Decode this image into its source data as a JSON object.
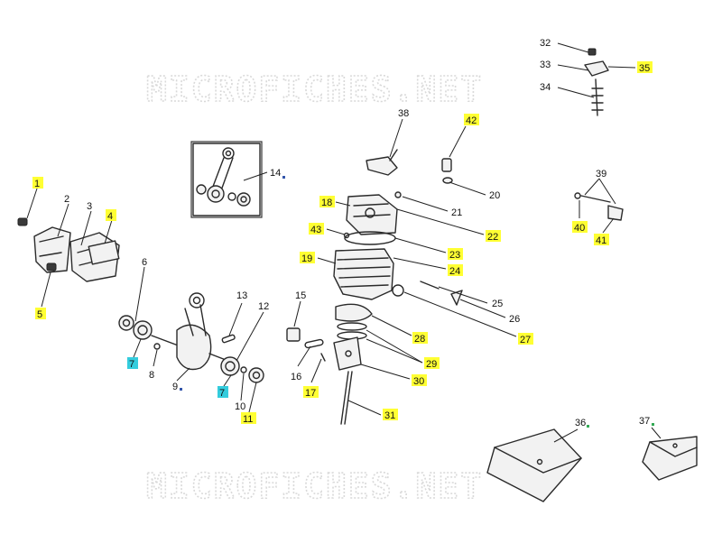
{
  "watermark": "MICROFICHES.NET",
  "colors": {
    "highlight_yellow": "#ffff33",
    "highlight_cyan": "#33ccdd",
    "ink": "#111111"
  },
  "callouts": {
    "c1": "1",
    "c2": "2",
    "c3": "3",
    "c4": "4",
    "c5": "5",
    "c6": "6",
    "c7a": "7",
    "c7b": "7",
    "c8": "8",
    "c9": "9",
    "c10": "10",
    "c11": "11",
    "c12": "12",
    "c13": "13",
    "c14": "14",
    "c15": "15",
    "c16": "16",
    "c17": "17",
    "c18": "18",
    "c19": "19",
    "c20": "20",
    "c21": "21",
    "c22": "22",
    "c23": "23",
    "c24": "24",
    "c25": "25",
    "c26": "26",
    "c27": "27",
    "c28": "28",
    "c29": "29",
    "c30": "30",
    "c31": "31",
    "c32": "32",
    "c33": "33",
    "c34": "34",
    "c35": "35",
    "c36": "36",
    "c37": "37",
    "c38": "38",
    "c39": "39",
    "c40": "40",
    "c41": "41",
    "c42": "42",
    "c43": "43"
  }
}
